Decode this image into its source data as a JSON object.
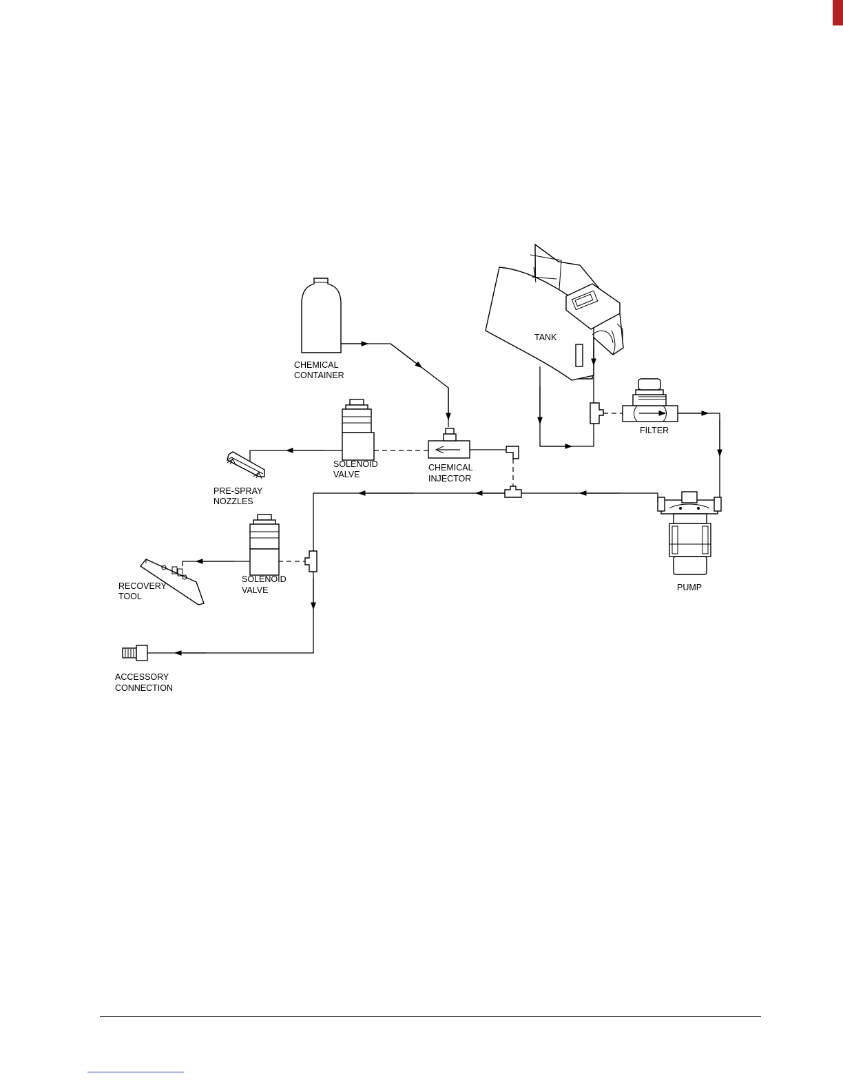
{
  "labels": {
    "tank": "TANK",
    "chemical_container": [
      "CHEMICAL",
      "CONTAINER"
    ],
    "filter": "FILTER",
    "solenoid_valve_upper": [
      "SOLENOID",
      "VALVE"
    ],
    "chemical_injector": [
      "CHEMICAL",
      "INJECTOR"
    ],
    "pre_spray_nozzles": [
      "PRE-SPRAY",
      "NOZZLES"
    ],
    "pump": "PUMP",
    "recovery_tool": [
      "RECOVERY",
      "TOOL"
    ],
    "solenoid_valve_lower": [
      "SOLENOID",
      "VALVE"
    ],
    "accessory_connection": [
      "ACCESSORY",
      "CONNECTION"
    ]
  },
  "colors": {
    "line": "#000000",
    "footer_link": "#1f3fbf",
    "corner_mark": "#b22222"
  }
}
